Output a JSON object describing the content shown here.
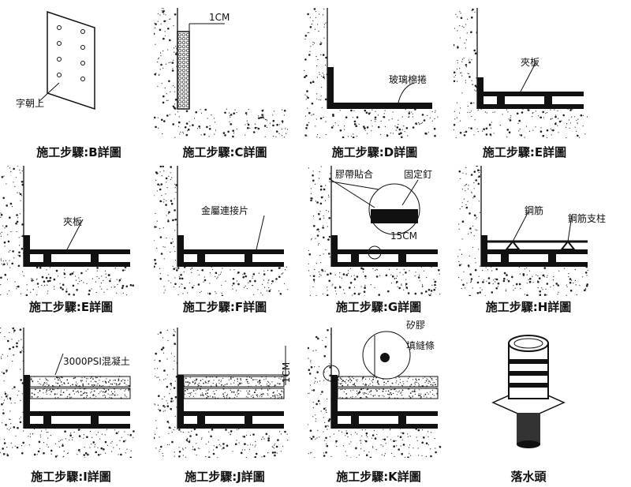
{
  "panels": [
    {
      "id": "B",
      "caption": "施工步驟:B詳圖",
      "labels": [
        "字朝上"
      ]
    },
    {
      "id": "C",
      "caption": "施工步驟:C詳圖",
      "labels": [
        "1CM"
      ]
    },
    {
      "id": "D",
      "caption": "施工步驟:D詳圖",
      "labels": [
        "玻璃棉捲"
      ]
    },
    {
      "id": "E1",
      "caption": "施工步驟:E詳圖",
      "labels": [
        "夾板"
      ]
    },
    {
      "id": "E2",
      "caption": "施工步驟:E詳圖",
      "labels": [
        "夾板"
      ]
    },
    {
      "id": "F",
      "caption": "施工步驟:F詳圖",
      "labels": [
        "金屬連接片"
      ]
    },
    {
      "id": "G",
      "caption": "施工步驟:G詳圖",
      "labels": [
        "膠帶貼合",
        "固定釘",
        "15CM"
      ]
    },
    {
      "id": "H",
      "caption": "施工步驟:H詳圖",
      "labels": [
        "鋼筋",
        "鋼筋支柱"
      ]
    },
    {
      "id": "I",
      "caption": "施工步驟:I詳圖",
      "labels": [
        "3000PSI混凝土"
      ]
    },
    {
      "id": "J",
      "caption": "施工步驟:J詳圖",
      "labels": [
        "1CM"
      ]
    },
    {
      "id": "K",
      "caption": "施工步驟:K詳圖",
      "labels": [
        "矽膠",
        "填縫條"
      ]
    },
    {
      "id": "drain",
      "caption": "落水頭",
      "labels": []
    }
  ]
}
